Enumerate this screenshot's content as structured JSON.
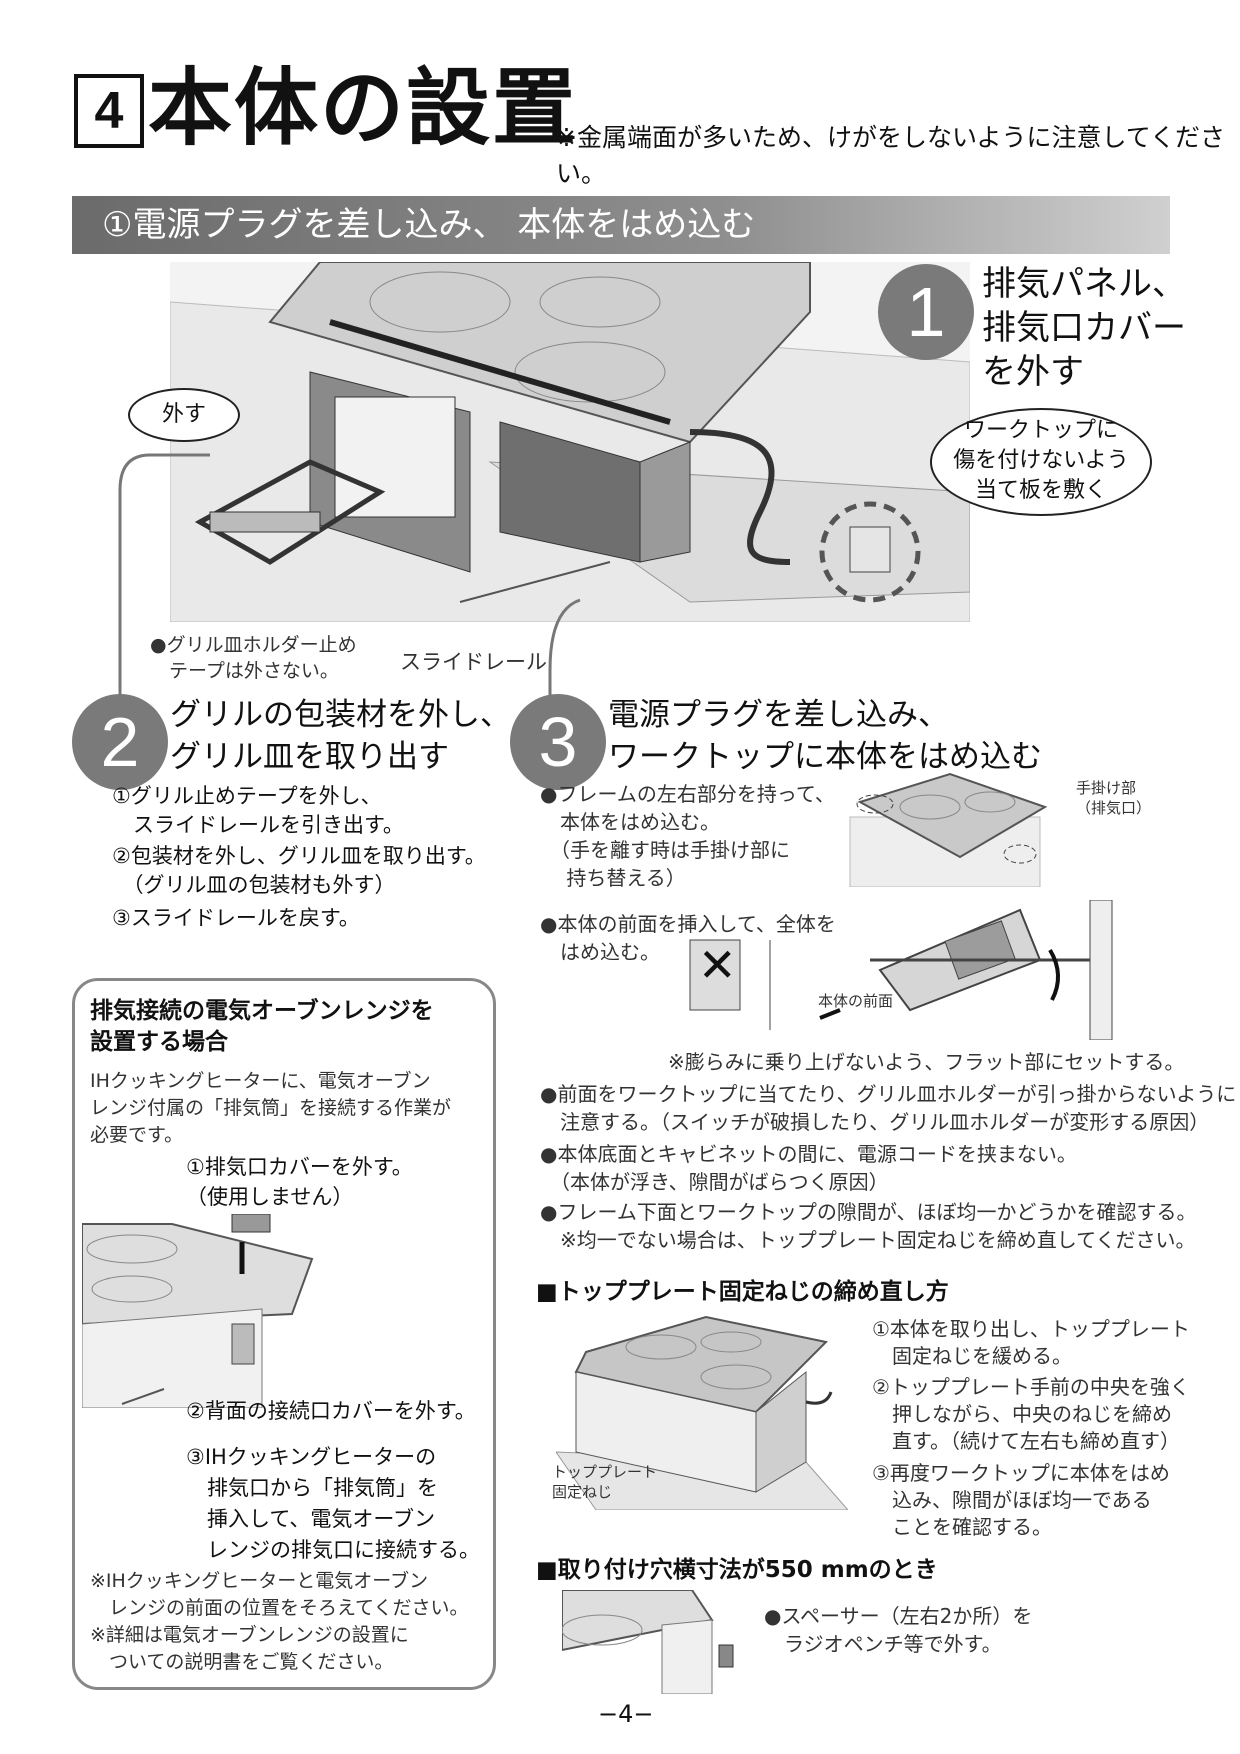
{
  "header": {
    "step_number": "4",
    "title": "本体の設置",
    "warning": "※金属端面が多いため、けがをしないように注意してください。"
  },
  "section": {
    "title": "①電源プラグを差し込み、 本体をはめ込む"
  },
  "step1": {
    "number": "1",
    "text": "排気パネル、\n排気口カバー\nを外す"
  },
  "callouts": {
    "remove": "外す",
    "protect": "ワークトップに\n傷を付けないよう\n当て板を敷く",
    "grill_tape": "●グリル皿ホルダー止め\n　テープは外さない。",
    "slide_rail": "スライドレール"
  },
  "step2": {
    "number": "2",
    "title": "グリルの包装材を外し、\nグリル皿を取り出す",
    "items": [
      "①グリル止めテープを外し、\n　スライドレールを引き出す。",
      "②包装材を外し、グリル皿を取り出す。\n　（グリル皿の包装材も外す）",
      "③スライドレールを戻す。"
    ]
  },
  "step3": {
    "number": "3",
    "title": "電源プラグを差し込み、\nワークトップに本体をはめ込む",
    "bullet1": "●フレームの左右部分を持って、\n　本体をはめ込む。\n　（手を離す時は手掛け部に\n　 持ち替える）",
    "handle_label": "手掛け部\n（排気口）",
    "bullet2": "●本体の前面を挿入して、全体を\n　はめ込む。",
    "front_label": "本体の前面",
    "cross_mark": "✕",
    "note_flat": "※膨らみに乗り上げないよう、フラット部にセットする。",
    "bullets": [
      "●前面をワークトップに当てたり、グリル皿ホルダーが引っ掛からないように\n　注意する。（スイッチが破損したり、グリル皿ホルダーが変形する原因）",
      "●本体底面とキャビネットの間に、電源コードを挟まない。\n　（本体が浮き、隙間がばらつく原因）",
      "●フレーム下面とワークトップの隙間が、ほぼ均一かどうかを確認する。\n　※均一でない場合は、トッププレート固定ねじを締め直してください。"
    ]
  },
  "oven_box": {
    "title": "排気接続の電気オーブンレンジを\n設置する場合",
    "intro": "IHクッキングヒーターに、電気オーブン\nレンジ付属の「排気筒」を接続する作業が\n必要です。",
    "step1": "①排気口カバーを外す。\n（使用しません）",
    "step2": "②背面の接続口カバーを外す。",
    "step3": "③IHクッキングヒーターの\n　排気口から「排気筒」を\n　挿入して、電気オーブン\n　レンジの排気口に接続する。",
    "notes": "※IHクッキングヒーターと電気オーブン\n　レンジの前面の位置をそろえてください。\n※詳細は電気オーブンレンジの設置に\n　ついての説明書をご覧ください。"
  },
  "retighten": {
    "heading": "■トッププレート固定ねじの締め直し方",
    "screw_label": "トッププレート\n固定ねじ",
    "steps": [
      "①本体を取り出し、トッププレート\n　固定ねじを緩める。",
      "②トッププレート手前の中央を強く\n　押しながら、中央のねじを締め\n　直す。（続けて左右も締め直す）",
      "③再度ワークトップに本体をはめ\n　込み、隙間がほぼ均一である\n　ことを確認する。"
    ]
  },
  "width550": {
    "heading": "■取り付け穴横寸法が550 mmのとき",
    "text": "●スペーサー（左右2か所）を\n　ラジオペンチ等で外す。"
  },
  "footer": {
    "page": "−4−"
  }
}
